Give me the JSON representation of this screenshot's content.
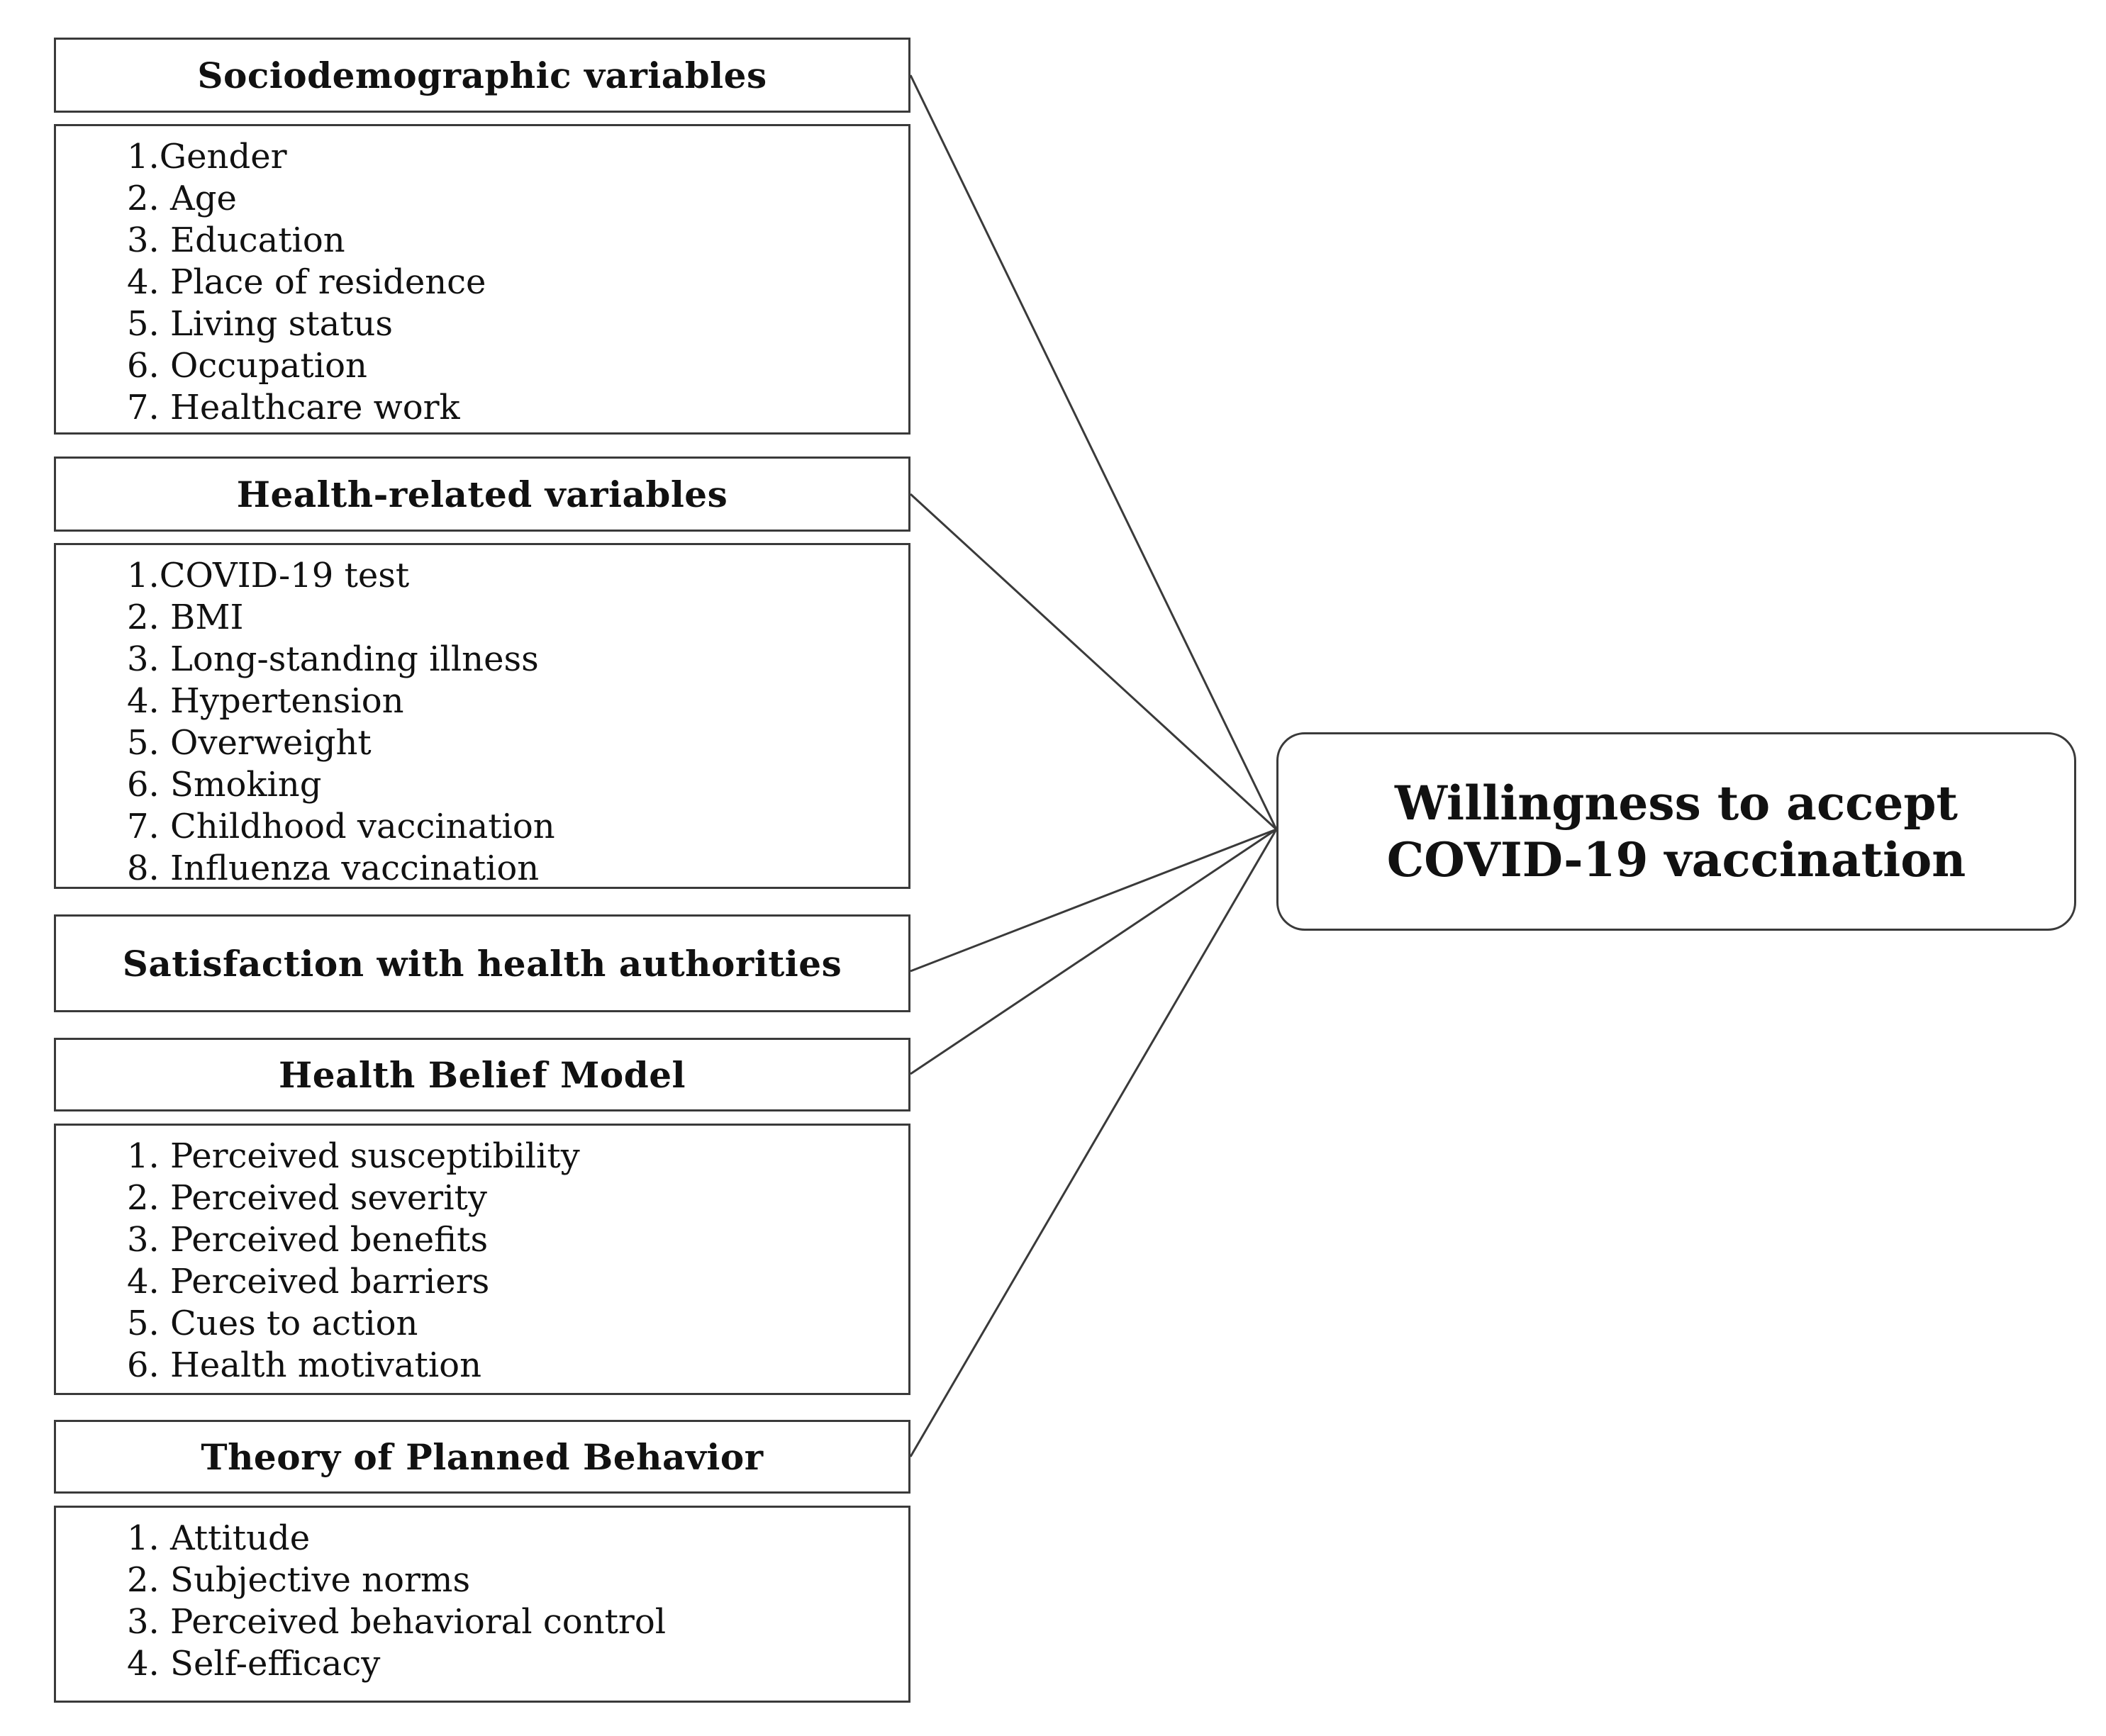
{
  "target": {
    "line1": "Willingness to accept",
    "line2": "COVID-19 vaccination"
  },
  "groups": [
    {
      "header": "Sociodemographic variables",
      "items": [
        "1.Gender",
        "2. Age",
        "3. Education",
        "4. Place of residence",
        "5. Living status",
        "6. Occupation",
        "7. Healthcare work"
      ]
    },
    {
      "header": "Health-related variables",
      "items": [
        "1.COVID-19 test",
        "2. BMI",
        "3. Long-standing illness",
        "4. Hypertension",
        "5. Overweight",
        "6. Smoking",
        "7. Childhood vaccination",
        "8. Influenza vaccination"
      ]
    },
    {
      "header": "Satisfaction with health authorities",
      "items": []
    },
    {
      "header": "Health Belief Model",
      "items": [
        "1. Perceived susceptibility",
        "2. Perceived severity",
        "3. Perceived benefits",
        "4. Perceived barriers",
        "5. Cues to action",
        "6. Health motivation"
      ]
    },
    {
      "header": "Theory of Planned Behavior",
      "items": [
        "1. Attitude",
        "2. Subjective norms",
        "3. Perceived behavioral control",
        "4. Self-efficacy"
      ]
    }
  ],
  "colors": {
    "stroke": "#3a3a3a",
    "text": "#111111",
    "background": "#ffffff"
  }
}
